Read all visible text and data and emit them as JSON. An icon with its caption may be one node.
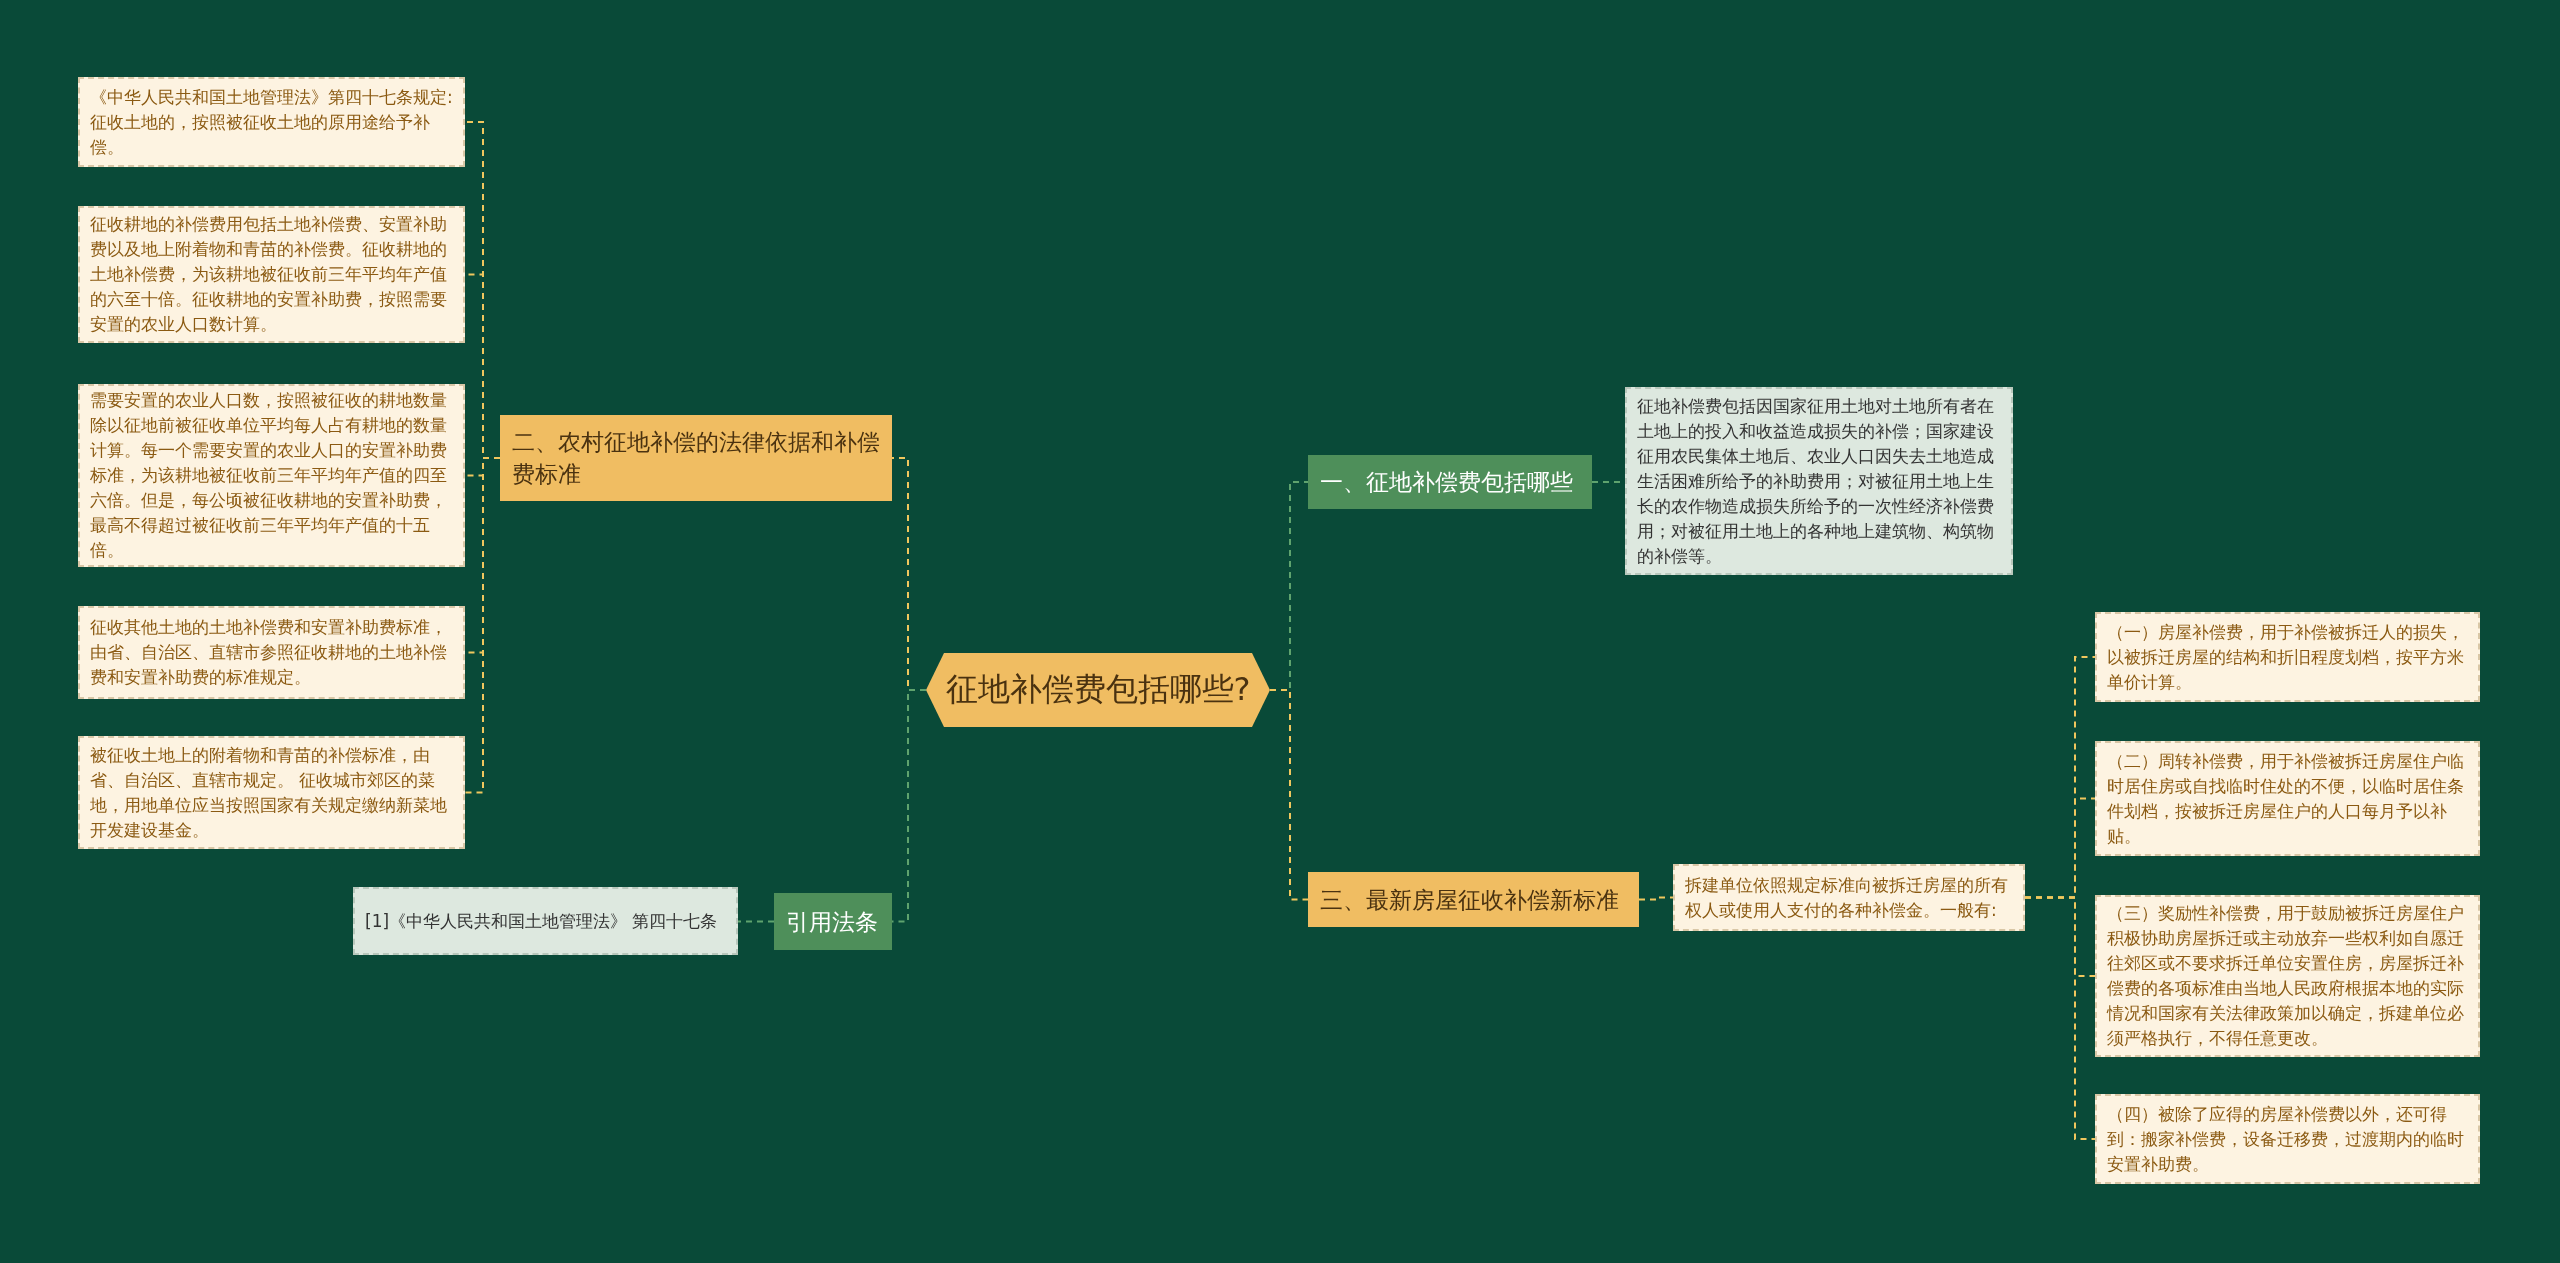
{
  "diagram": {
    "nodes": [
      {
        "text": [
          "征地补偿费包括哪些?"
        ]
      },
      {
        "text": [
          "二、农村征地补偿的法律依据和补偿费标准"
        ]
      },
      {
        "text": [
          "《中华人民共和国土地管理法》第四十七条规定: 征收土地的，按照被征收土地的原用途给予补偿。"
        ]
      },
      {
        "text": [
          "征收耕地的补偿费用包括土地补偿费、安置补助费以及地上附着物和青苗的补偿费。征收耕地的土地补偿费，为该耕地被征收前三年平均年产值的六至十倍。征收耕地的安置补助费，按照需要安置的农业人口数计算。"
        ]
      },
      {
        "text": [
          "需要安置的农业人口数，按照被征收的耕地数量除以征地前被征收单位平均每人占有耕地的数量计算。每一个需要安置的农业人口的安置补助费标准，为该耕地被征收前三年平均年产值的四至六倍。但是，每公顷被征收耕地的安置补助费，最高不得超过被征收前三年平均年产值的十五倍。"
        ]
      },
      {
        "text": [
          "征收其他土地的土地补偿费和安置补助费标准，由省、自治区、直辖市参照征收耕地的土地补偿费和安置补助费的标准规定。"
        ]
      },
      {
        "text": [
          "被征收土地上的附着物和青苗的补偿标准，由省、自治区、直辖市规定。 征收城市郊区的菜地，用地单位应当按照国家有关规定缴纳新菜地开发建设基金。"
        ]
      },
      {
        "text": [
          "引用法条"
        ]
      },
      {
        "text": [
          "[1]《中华人民共和国土地管理法》 第四十七条"
        ]
      },
      {
        "text": [
          "一、征地补偿费包括哪些"
        ]
      },
      {
        "text": [
          "征地补偿费包括因国家征用土地对土地所有者在土地上的投入和收益造成损失的补偿；国家建设征用农民集体土地后、农业人口因失去土地造成生活困难所给予的补助费用；对被征用土地上生长的农作物造成损失所给予的一次性经济补偿费用；对被征用土地上的各种地上建筑物、构筑物的补偿等。"
        ]
      },
      {
        "text": [
          "三、最新房屋征收补偿新标准"
        ]
      },
      {
        "text": [
          "拆建单位依照规定标准向被拆迁房屋的所有权人或使用人支付的各种补偿金。一般有:"
        ]
      },
      {
        "text": [
          "（一）房屋补偿费，用于补偿被拆迁人的损失，以被拆迁房屋的结构和折旧程度划档，按平方米单价计算。"
        ]
      },
      {
        "text": [
          "（二）周转补偿费，用于补偿被拆迁房屋住户临时居住房或自找临时住处的不便，以临时居住条件划档，按被拆迁房屋住户的人口每月予以补贴。"
        ]
      },
      {
        "text": [
          "（三）奖励性补偿费，用于鼓励被拆迁房屋住户积极协助房屋拆迁或主动放弃一些权利如自愿迁往郊区或不要求拆迁单位安置住房，房屋拆迁补偿费的各项标准由当地人民政府根据本地的实际情况和国家有关法律政策加以确定，拆建单位必须严格执行，不得任意更改。"
        ]
      },
      {
        "text": [
          "（四）被除了应得的房屋补偿费以外，还可得到：搬家补偿费，设备迁移费，过渡期内的临时安置补助费。"
        ]
      }
    ],
    "edges": [
      {
        "from": 0,
        "to": 1,
        "arrow": "none"
      },
      {
        "from": 0,
        "to": 7,
        "arrow": "none",
        "color": "#5fa36e"
      },
      {
        "from": 0,
        "to": 9,
        "arrow": "none",
        "color": "#5fa36e"
      },
      {
        "from": 0,
        "to": 11,
        "arrow": "none"
      },
      {
        "from": 1,
        "to": 2,
        "arrow": "none"
      },
      {
        "from": 1,
        "to": 3,
        "arrow": "none"
      },
      {
        "from": 1,
        "to": 4,
        "arrow": "none"
      },
      {
        "from": 1,
        "to": 5,
        "arrow": "none"
      },
      {
        "from": 1,
        "to": 6,
        "arrow": "none"
      },
      {
        "from": 7,
        "to": 8,
        "arrow": "none",
        "color": "#5fa36e"
      },
      {
        "from": 9,
        "to": 10,
        "arrow": "none",
        "color": "#5fa36e"
      },
      {
        "from": 11,
        "to": 12,
        "arrow": "none"
      },
      {
        "from": 12,
        "to": 13,
        "arrow": "none"
      },
      {
        "from": 12,
        "to": 14,
        "arrow": "none"
      },
      {
        "from": 12,
        "to": 15,
        "arrow": "none"
      },
      {
        "from": 12,
        "to": 16,
        "arrow": "none"
      }
    ]
  }
}
